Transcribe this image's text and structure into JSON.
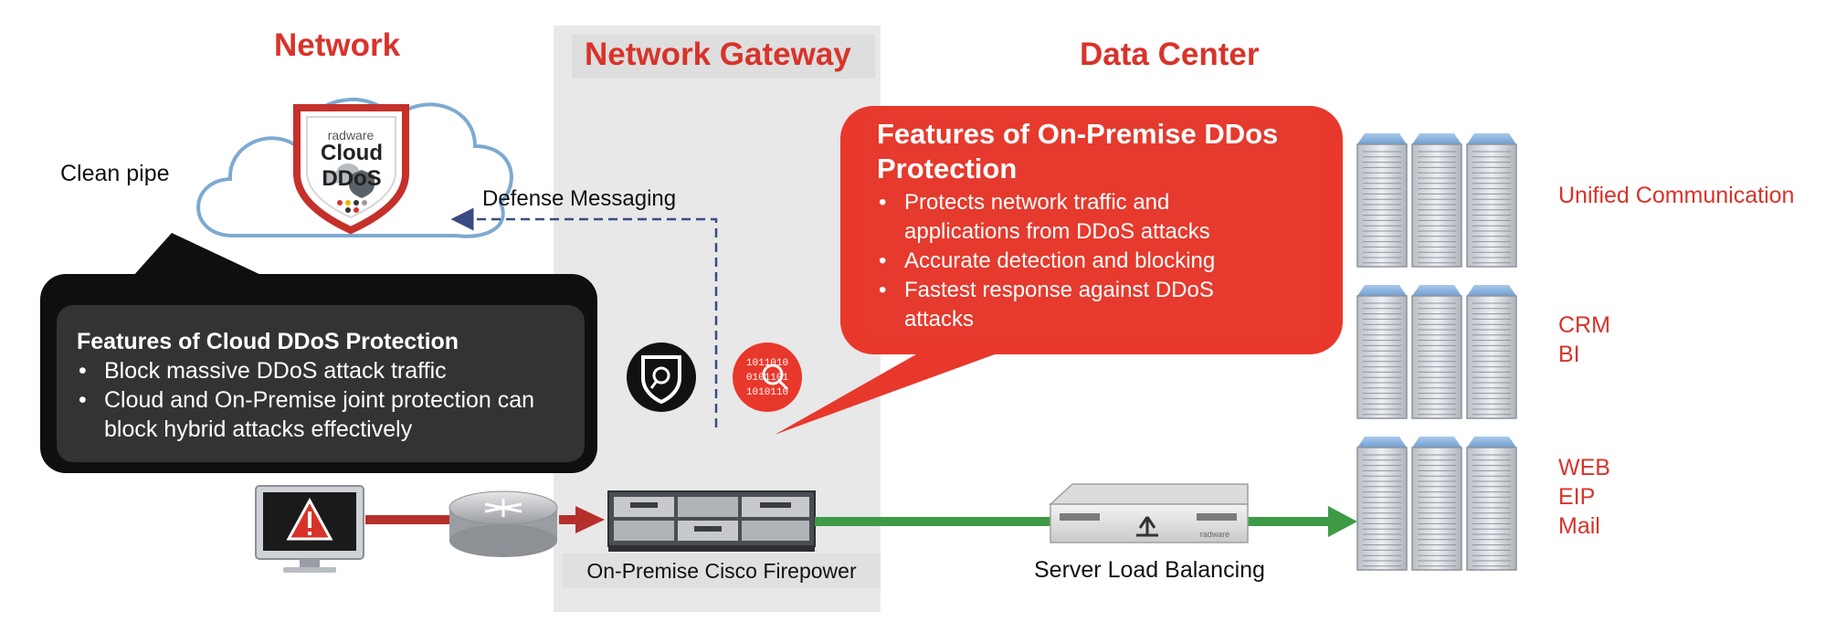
{
  "sections": {
    "network": "Network",
    "gateway": "Network Gateway",
    "datacenter": "Data Center"
  },
  "labels": {
    "clean_pipe": "Clean pipe",
    "defense_messaging": "Defense Messaging",
    "firepower": "On-Premise Cisco Firepower",
    "load_balancing": "Server Load Balancing"
  },
  "cloud": {
    "brand": "radware",
    "product": "Cloud DDoS"
  },
  "cloud_box": {
    "title": "Features of Cloud DDoS Protection",
    "bullets": [
      "Block massive DDoS attack traffic",
      "Cloud and On-Premise joint protection can block hybrid attacks effectively"
    ]
  },
  "onprem_box": {
    "title": "Features of On-Premise DDos Protection",
    "bullets": [
      "Protects network traffic and applications from DDoS attacks",
      "Accurate detection and blocking",
      "Fastest response against  DDoS attacks"
    ]
  },
  "server_groups": [
    {
      "lines": [
        "Unified Communication"
      ]
    },
    {
      "lines": [
        "CRM",
        "BI"
      ]
    },
    {
      "lines": [
        "WEB",
        "EIP",
        "Mail"
      ]
    }
  ],
  "binary_icon_text": [
    "1011010",
    "0101101",
    "1010110"
  ],
  "lb_brand": "radware",
  "colors": {
    "accent_red": "#d8332a",
    "bubble_red": "#e8382b",
    "dark_box": "#1f1f1f",
    "green_arrow": "#3e9b45",
    "red_arrow": "#b5302b",
    "dashed": "#3b4a82"
  }
}
